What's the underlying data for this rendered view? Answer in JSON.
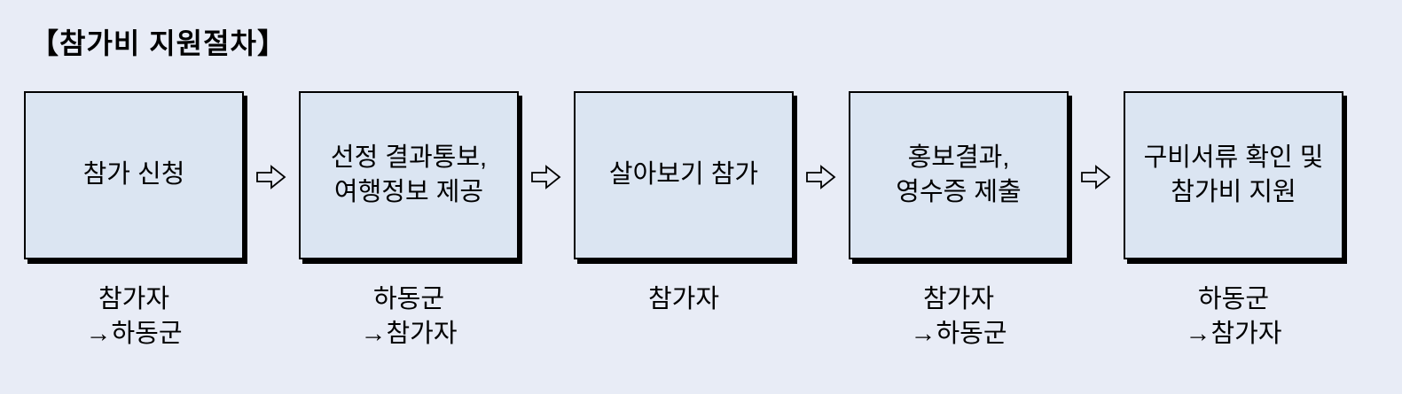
{
  "title": "【참가비  지원절차】",
  "colors": {
    "background": "#e8ecf6",
    "box_fill": "#dbe5f2",
    "box_border": "#000000",
    "box_shadow": "#000000",
    "text": "#000000"
  },
  "arrow_glyph": "⇨",
  "steps": [
    {
      "box_lines": [
        "참가 신청"
      ],
      "label_lines": [
        "참가자",
        "→하동군"
      ]
    },
    {
      "box_lines": [
        "선정  결과통보,",
        "여행정보 제공"
      ],
      "label_lines": [
        "하동군",
        "→참가자"
      ]
    },
    {
      "box_lines": [
        "살아보기  참가"
      ],
      "label_lines": [
        "참가자"
      ]
    },
    {
      "box_lines": [
        "홍보결과,",
        "영수증 제출"
      ],
      "label_lines": [
        "참가자",
        "→하동군"
      ]
    },
    {
      "box_lines": [
        "구비서류 확인 및",
        "참가비  지원"
      ],
      "label_lines": [
        "하동군",
        "→참가자"
      ]
    }
  ]
}
